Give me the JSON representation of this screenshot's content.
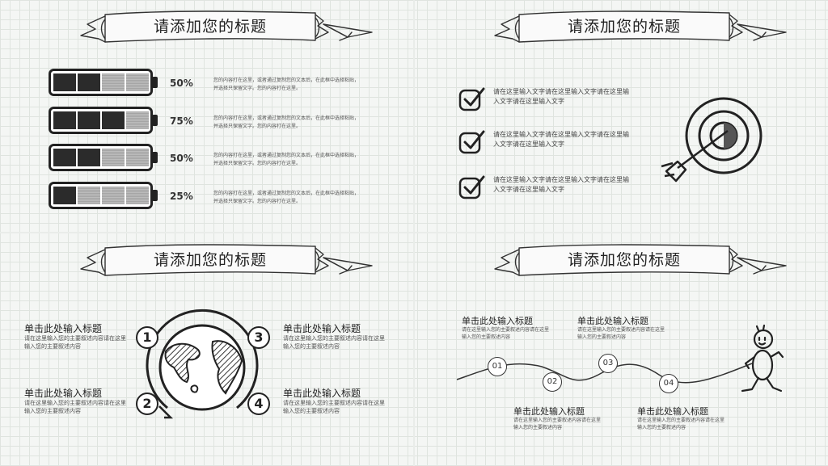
{
  "title": "请添加您的标题",
  "q1": {
    "batteries": [
      {
        "percent": "50%",
        "filled": 2,
        "text": "您的内容打在这里，或者通过复制您的文本后，在此框中选择粘贴，并选择只保留文字。您的内容打在这里。"
      },
      {
        "percent": "75%",
        "filled": 3,
        "text": "您的内容打在这里，或者通过复制您的文本后，在此框中选择粘贴，并选择只保留文字。您的内容打在这里。"
      },
      {
        "percent": "50%",
        "filled": 2,
        "text": "您的内容打在这里，或者通过复制您的文本后，在此框中选择粘贴，并选择只保留文字。您的内容打在这里。"
      },
      {
        "percent": "25%",
        "filled": 1,
        "text": "您的内容打在这里，或者通过复制您的文本后，在此框中选择粘贴，并选择只保留文字。您的内容打在这里。"
      }
    ]
  },
  "q2": {
    "items": [
      "请在这里输入文字请在这里输入文字请在这里输入文字请在这里输入文字",
      "请在这里输入文字请在这里输入文字请在这里输入文字请在这里输入文字",
      "请在这里输入文字请在这里输入文字请在这里输入文字请在这里输入文字"
    ],
    "icons": [
      "checkbox-check-icon",
      "target-arrow-icon"
    ]
  },
  "q3": {
    "heading": "单击此处输入标题",
    "body": "请在这里输入您的主要叙述内容请在这里输入您的主要叙述内容",
    "numbers": [
      "1",
      "2",
      "3",
      "4"
    ],
    "icons": [
      "globe-icon",
      "cycle-arrow-icon"
    ]
  },
  "q4": {
    "heading": "单击此处输入标题",
    "body": "请在这里输入您的主要叙述内容请在这里输入您的主要叙述内容",
    "nodes": [
      "01",
      "02",
      "03",
      "04"
    ],
    "icons": [
      "running-stick-figure-icon"
    ]
  }
}
